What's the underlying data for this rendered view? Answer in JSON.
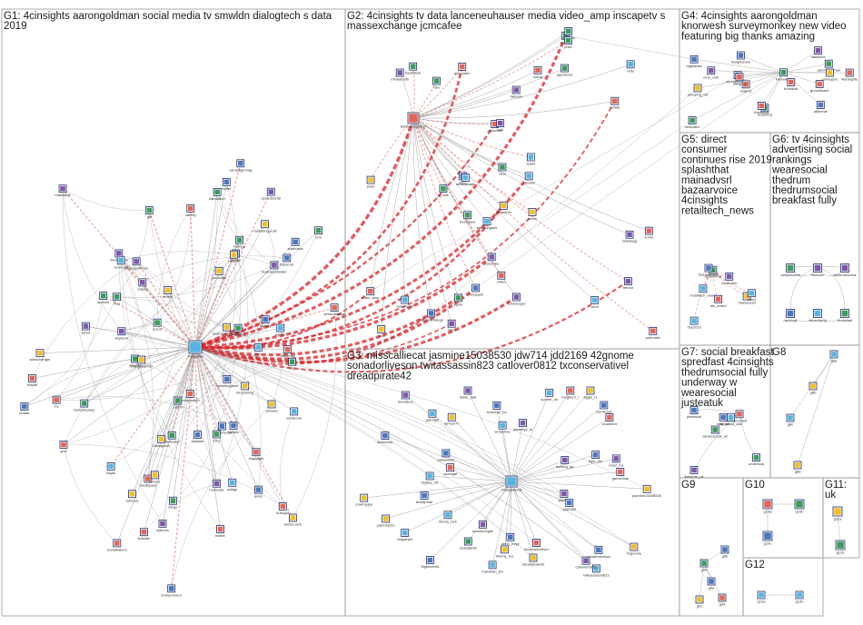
{
  "groups": [
    {
      "id": "G1",
      "lines": [
        "G1: 4cinsights aarongoldman social media tv smwldn dialogtech s data",
        "2019"
      ]
    },
    {
      "id": "G2",
      "lines": [
        "G2: 4cinsights tv data lanceneuhauser media video_amp inscapetv s",
        "massexchange jcmcafee"
      ]
    },
    {
      "id": "G3",
      "lines": [
        "G3: misscalliecat jasmine15038530 jdw714 jdd2169 42gnome",
        "sonadorliveson twitassassin823 catlover0812 txconservativel",
        "dreadpirate42"
      ]
    },
    {
      "id": "G4",
      "lines": [
        "G4: 4cinsights aarongoldman",
        "knorwesh surveymonkey new video",
        "featuring big thanks amazing"
      ]
    },
    {
      "id": "G5",
      "lines": [
        "G5: direct",
        "consumer",
        "continues rise 2019",
        "splashthat",
        "mainadvsrl",
        "bazaarvoice",
        "4cinsights",
        "retailtech_news"
      ]
    },
    {
      "id": "G6",
      "lines": [
        "G6: tv 4cinsights",
        "advertising social",
        "rankings",
        "wearesocial",
        "thedrum",
        "thedrumsocial",
        "breakfast fully"
      ]
    },
    {
      "id": "G7",
      "lines": [
        "G7: social breakfast",
        "spredfast 4cinsights",
        "thedrumsocial fully",
        "underway w",
        "wearesocial",
        "justeatuk"
      ]
    },
    {
      "id": "G8",
      "lines": [
        "G8"
      ]
    },
    {
      "id": "G9",
      "lines": [
        "G9"
      ]
    },
    {
      "id": "G10",
      "lines": [
        "G10"
      ]
    },
    {
      "id": "G11",
      "lines": [
        "G11:",
        "uk"
      ]
    },
    {
      "id": "G12",
      "lines": [
        "G12"
      ]
    }
  ],
  "hubs": {
    "g1": "4cinsights",
    "g2": "lanceneuhauser",
    "g3": "misscalliecat"
  },
  "nodes": {
    "g1": [
      "adweek",
      "linkedin",
      "starbucks",
      "twitter",
      "variety",
      "nba",
      "smwldn",
      "dialogtech",
      "aarongoldman",
      "socialmedia",
      "tvdata",
      "mediapost",
      "digiday",
      "adage",
      "marketingland",
      "businessinsider",
      "techcrunch",
      "forbes",
      "wsj",
      "nytimes",
      "cnbc",
      "bloomberg",
      "adexchanger",
      "mediaweek",
      "campaignmag",
      "thedrum",
      "adnews",
      "brandchannel",
      "mashable",
      "wired",
      "verge",
      "engadget",
      "recode",
      "axios",
      "fastcompany",
      "inc",
      "entrepreneur",
      "hubspot",
      "buffer",
      "hootsuite",
      "sproutsocial",
      "socialbakers",
      "brandwatch",
      "talkwalker",
      "meltwater",
      "cision",
      "muckrack",
      "prweek",
      "ragan",
      "contently",
      "skyword",
      "percolate",
      "sprinklr",
      "khoros",
      "emplifi",
      "yext",
      "semrush",
      "moz",
      "ahrefs",
      "searchengineland",
      "seroundtable",
      "marketingprofs",
      "cmi",
      "mzinga",
      "nielsen",
      "comscore",
      "kantar",
      "ipsos",
      "gfk",
      "oracle"
    ],
    "g2": [
      "inscapetv",
      "video_amp",
      "massexchange",
      "jcmcafee",
      "google",
      "tvdata",
      "ampvideo",
      "samba_tv",
      "iSpot",
      "alphonso",
      "innovid",
      "tubemogul",
      "tremor",
      "spotx",
      "freewheel",
      "yume",
      "videology",
      "conversant",
      "criteo",
      "taboola",
      "outbrain",
      "teads",
      "unruly",
      "vevo",
      "roku",
      "hulu",
      "sling",
      "pluto",
      "xumo",
      "tubi",
      "philo",
      "fubo",
      "vizio",
      "lg_ads",
      "samsungads",
      "amazonads",
      "tradedesk",
      "mediamath",
      "appnexus",
      "pubmatic"
    ],
    "g3": [
      "jasmine15038530",
      "jdw714",
      "jdd2169",
      "42gnome",
      "sonadorliveson",
      "twitassassin823",
      "catlover0812",
      "txconservativel",
      "dreadpirate42",
      "ahhh_heyy",
      "kimmy_lou",
      "mandolin_jim",
      "scootsmcgee",
      "redstate99",
      "bigbluebird",
      "liberty_bell",
      "teaparty4",
      "patriotmom",
      "texaspride",
      "cowboyjoe",
      "bigsky_mt",
      "ozarkgal",
      "dixiechick",
      "yankeefan",
      "bamaboy",
      "gatorgirl",
      "tarheel77",
      "hokie_dad",
      "buckeye_bo",
      "wolverine",
      "hawkeye_ia",
      "sooner_ok",
      "longhorn_t",
      "aggie_tx",
      "razorback",
      "volunteer",
      "bulldog_ga",
      "tiger_lsu",
      "rebel_ms",
      "gamecock"
    ],
    "g4": [
      "knorwesh",
      "surveymonkey",
      "amazing_vid",
      "newvideo",
      "bigthanks",
      "featuring",
      "aarongoldman",
      "4cinsights",
      "cmo_club",
      "vidpros",
      "insightsnow",
      "datanerd",
      "mktgpro",
      "brandlab",
      "adtechie",
      "growthhack",
      "surveypro",
      "feedback"
    ],
    "g5": [
      "splashthat",
      "mainadvsrl",
      "bazaarvoice",
      "retailtech_news",
      "dtc_brand",
      "consumer",
      "rise2019",
      "direct"
    ],
    "g6": [
      "wearesocial",
      "thedrum",
      "thedrumsocial",
      "rankings",
      "advertising",
      "breakfast"
    ],
    "g7": [
      "spredfast",
      "justeatuk",
      "wearesocial_uk",
      "thedrum_uk",
      "breakfast_club",
      "underway",
      "fully_sb"
    ],
    "g8": [
      "g8a",
      "g8b",
      "g8c",
      "g8d"
    ],
    "g9": [
      "g9a",
      "g9b",
      "g9c",
      "g9d",
      "g9e"
    ],
    "g10": [
      "g10a",
      "g10b",
      "g10c"
    ],
    "g11": [
      "g11a",
      "g11b"
    ],
    "g12": [
      "g12a",
      "g12b"
    ]
  },
  "colors": {
    "box_border": "#9a9a9a",
    "edge_gray": "#8c8c8c",
    "edge_red": "#d9262b",
    "edge_red_light": "#e88a8a",
    "node_border": "#1b2f6b",
    "node_fill_a": "#2b5fb4",
    "node_fill_b": "#1a8b3e",
    "node_fill_c": "#e04a3a",
    "node_fill_d": "#6a3a99",
    "node_fill_e": "#f0b400",
    "node_fill_f": "#3aa7d8"
  }
}
